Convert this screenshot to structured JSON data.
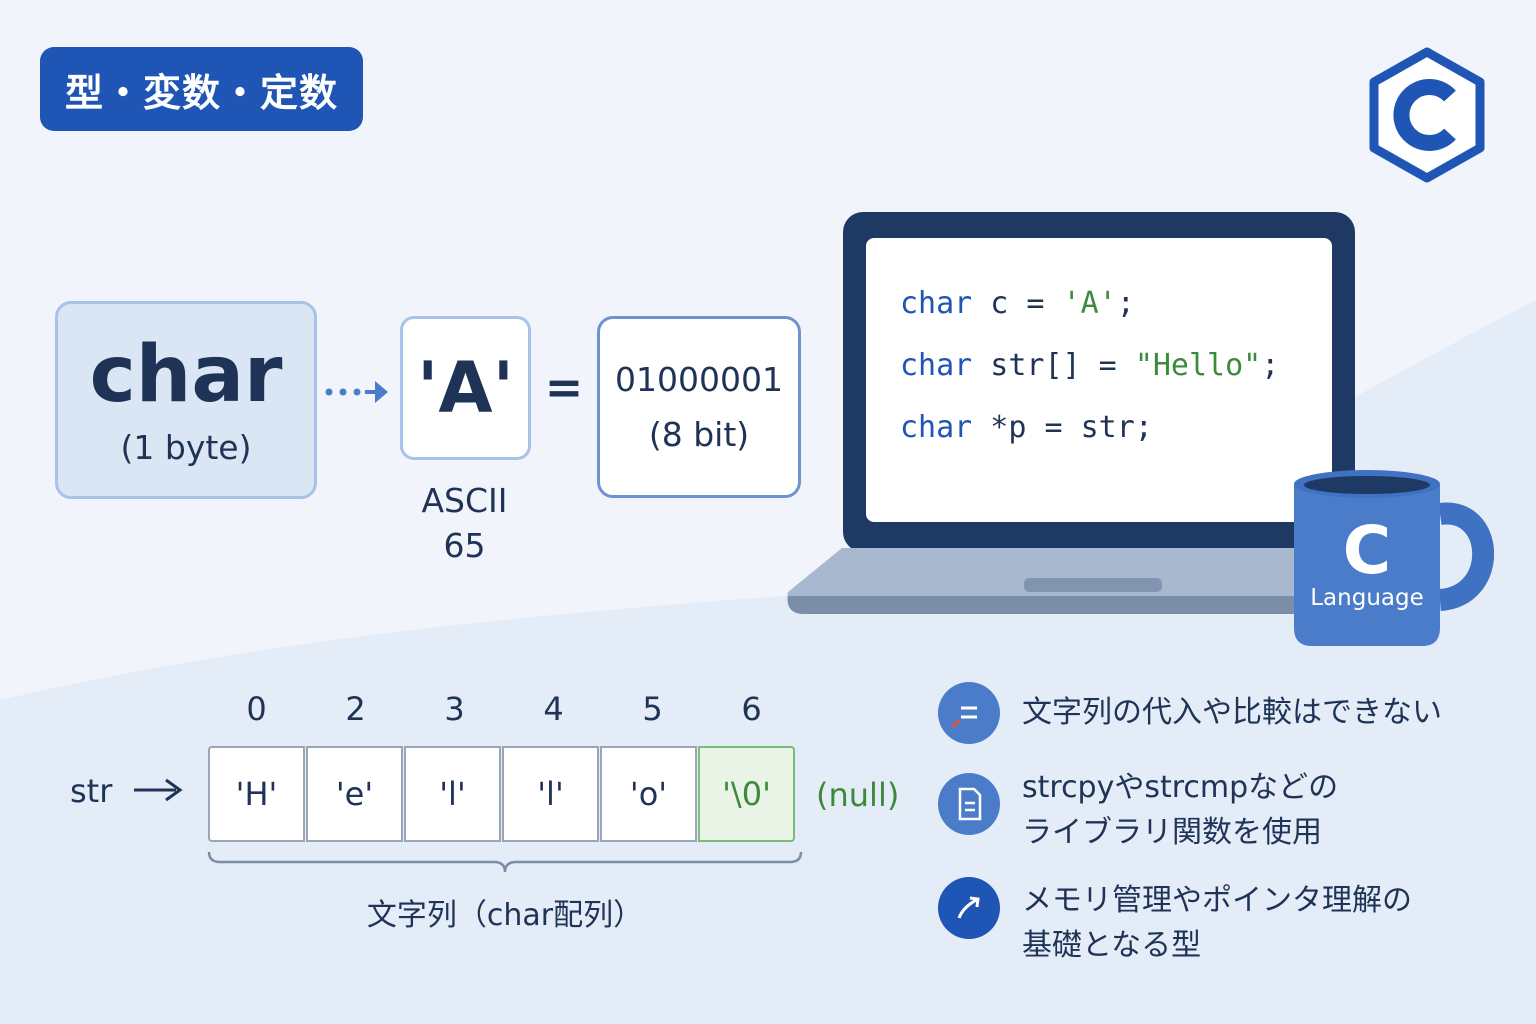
{
  "title": "型・変数・定数",
  "logo": {
    "letter": "C",
    "icon": "c-language-hexagon-logo"
  },
  "char_box": {
    "word": "char",
    "size": "(1 byte)"
  },
  "a_box": {
    "glyph": "'A'",
    "ascii_label": "ASCII",
    "ascii_value": "65"
  },
  "equals": "=",
  "binary_box": {
    "bits": "01000001",
    "width": "(8 bit)"
  },
  "code": {
    "lines": [
      {
        "kw": "char",
        "rest": " c = ",
        "str": "'A'",
        "end": ";"
      },
      {
        "kw": "char",
        "rest": " str[] = ",
        "str": "\"Hello\"",
        "end": ";"
      },
      {
        "kw": "char",
        "rest": " *p = str;",
        "str": "",
        "end": ""
      }
    ]
  },
  "mug": {
    "letter": "C",
    "text": "Language"
  },
  "array": {
    "label": "str",
    "indices": [
      "0",
      "2",
      "3",
      "4",
      "5",
      "6"
    ],
    "cells": [
      "'H'",
      "'e'",
      "'l'",
      "'l'",
      "'o'",
      "'\\0'"
    ],
    "null_label": "(null)",
    "caption": "文字列（char配列）"
  },
  "notes": [
    {
      "icon": "equals-icon",
      "lines": [
        "文字列の代入や比較はできない"
      ]
    },
    {
      "icon": "document-icon",
      "lines": [
        "strcpyやstrcmpなどの",
        "ライブラリ関数を使用"
      ]
    },
    {
      "icon": "arrow-icon",
      "lines": [
        "メモリ管理やポインタ理解の",
        "基礎となる型"
      ]
    }
  ],
  "colors": {
    "brand_blue": "#1f55b4",
    "navy": "#1e3a64",
    "text": "#1f3357",
    "null_green": "#3c8a3c",
    "icon_mid": "#4a7cc9"
  }
}
